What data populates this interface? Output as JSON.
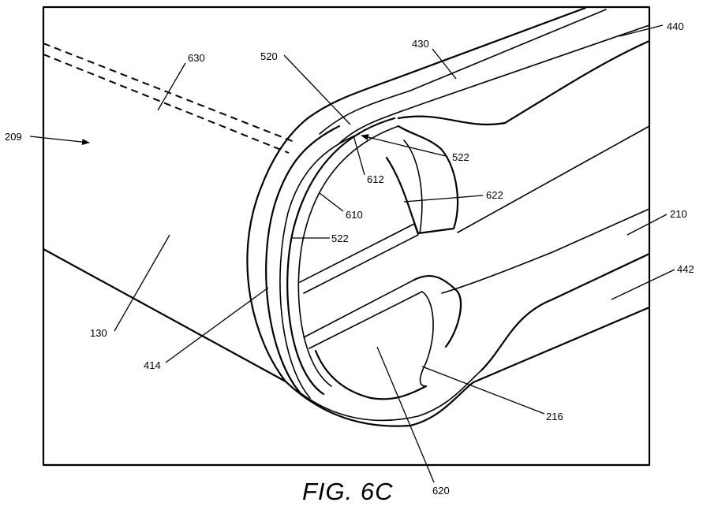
{
  "figure": {
    "caption": "FIG. 6C"
  },
  "labels": {
    "l209": "209",
    "l130": "130",
    "l630": "630",
    "l520": "520",
    "l430": "430",
    "l440": "440",
    "l522a": "522",
    "l612": "612",
    "l622": "622",
    "l610": "610",
    "l522b": "522",
    "l210": "210",
    "l442": "442",
    "l414": "414",
    "l216": "216",
    "l620": "620"
  }
}
